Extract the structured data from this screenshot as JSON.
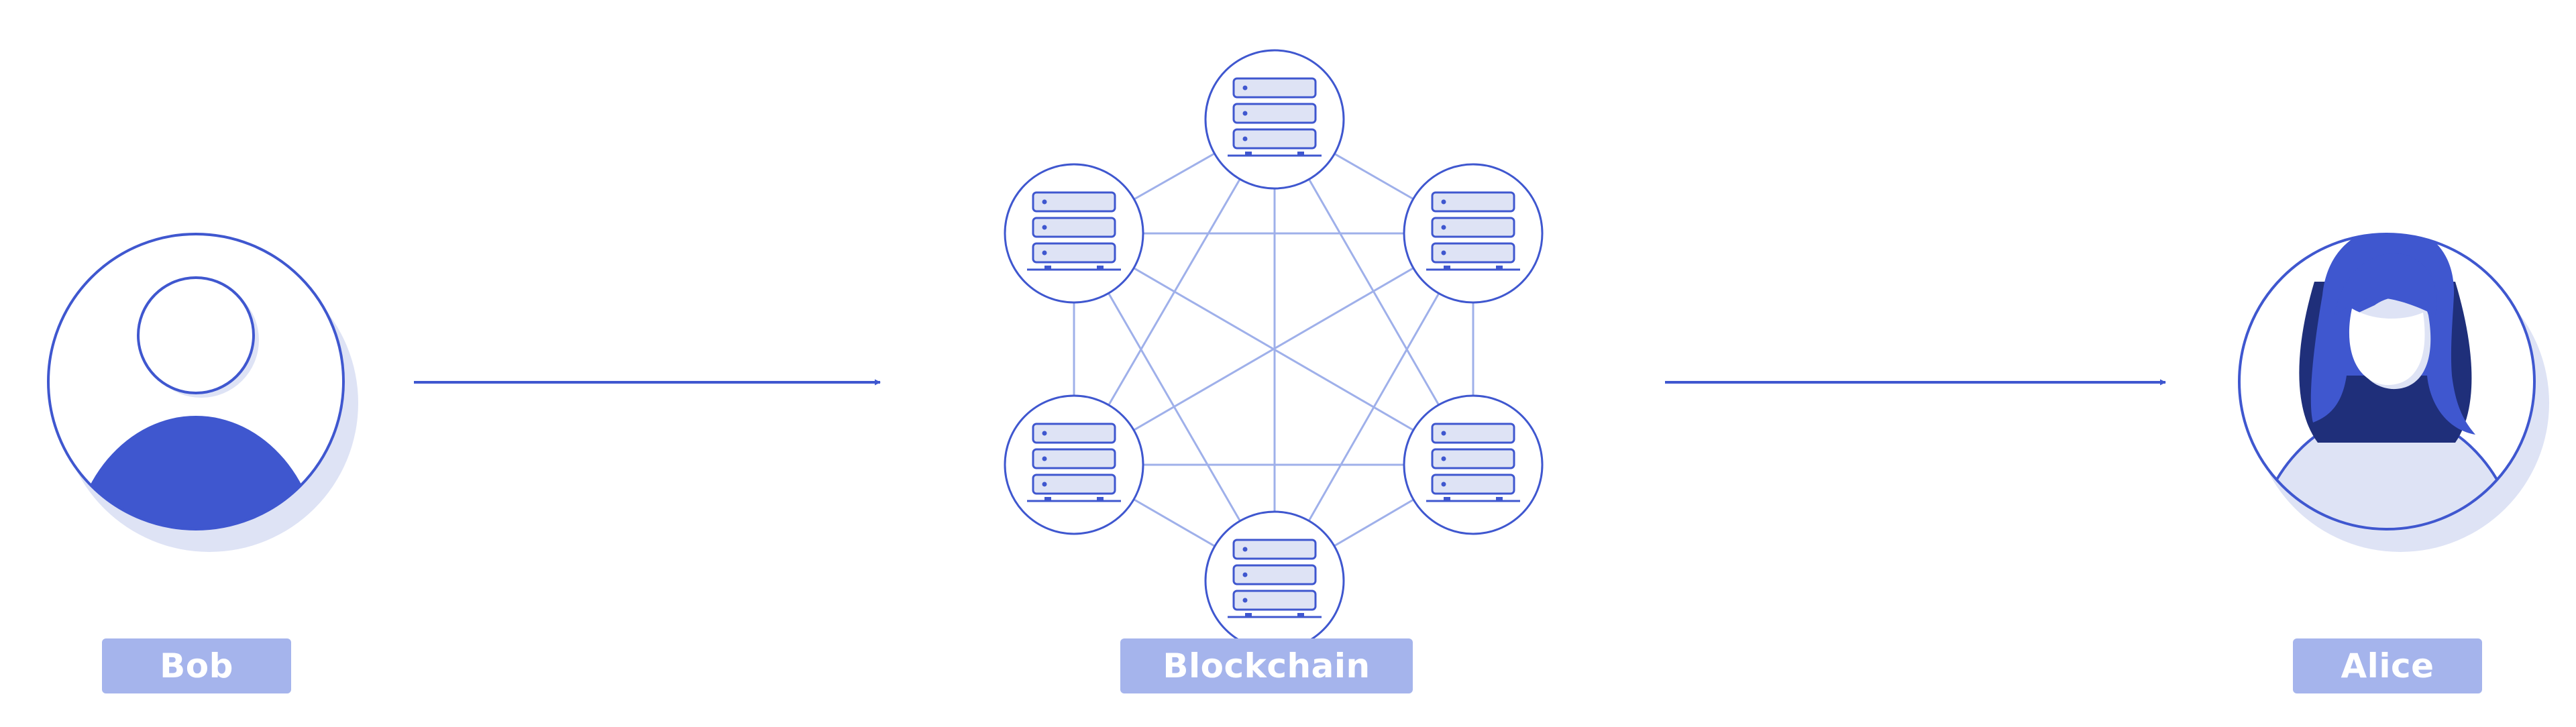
{
  "labels": {
    "sender": "Bob",
    "network": "Blockchain",
    "recipient": "Alice"
  },
  "nodes": {
    "count": 6,
    "icon": "server-rack-icon"
  },
  "colors": {
    "primary": "#3F57CF",
    "dark": "#1F2F7A",
    "light_fill": "#DEE3F5",
    "shadow": "#DEE3F5",
    "edge": "#9FB0EA",
    "label_bg": "#A5B4EC",
    "label_text": "#FFFFFF"
  }
}
